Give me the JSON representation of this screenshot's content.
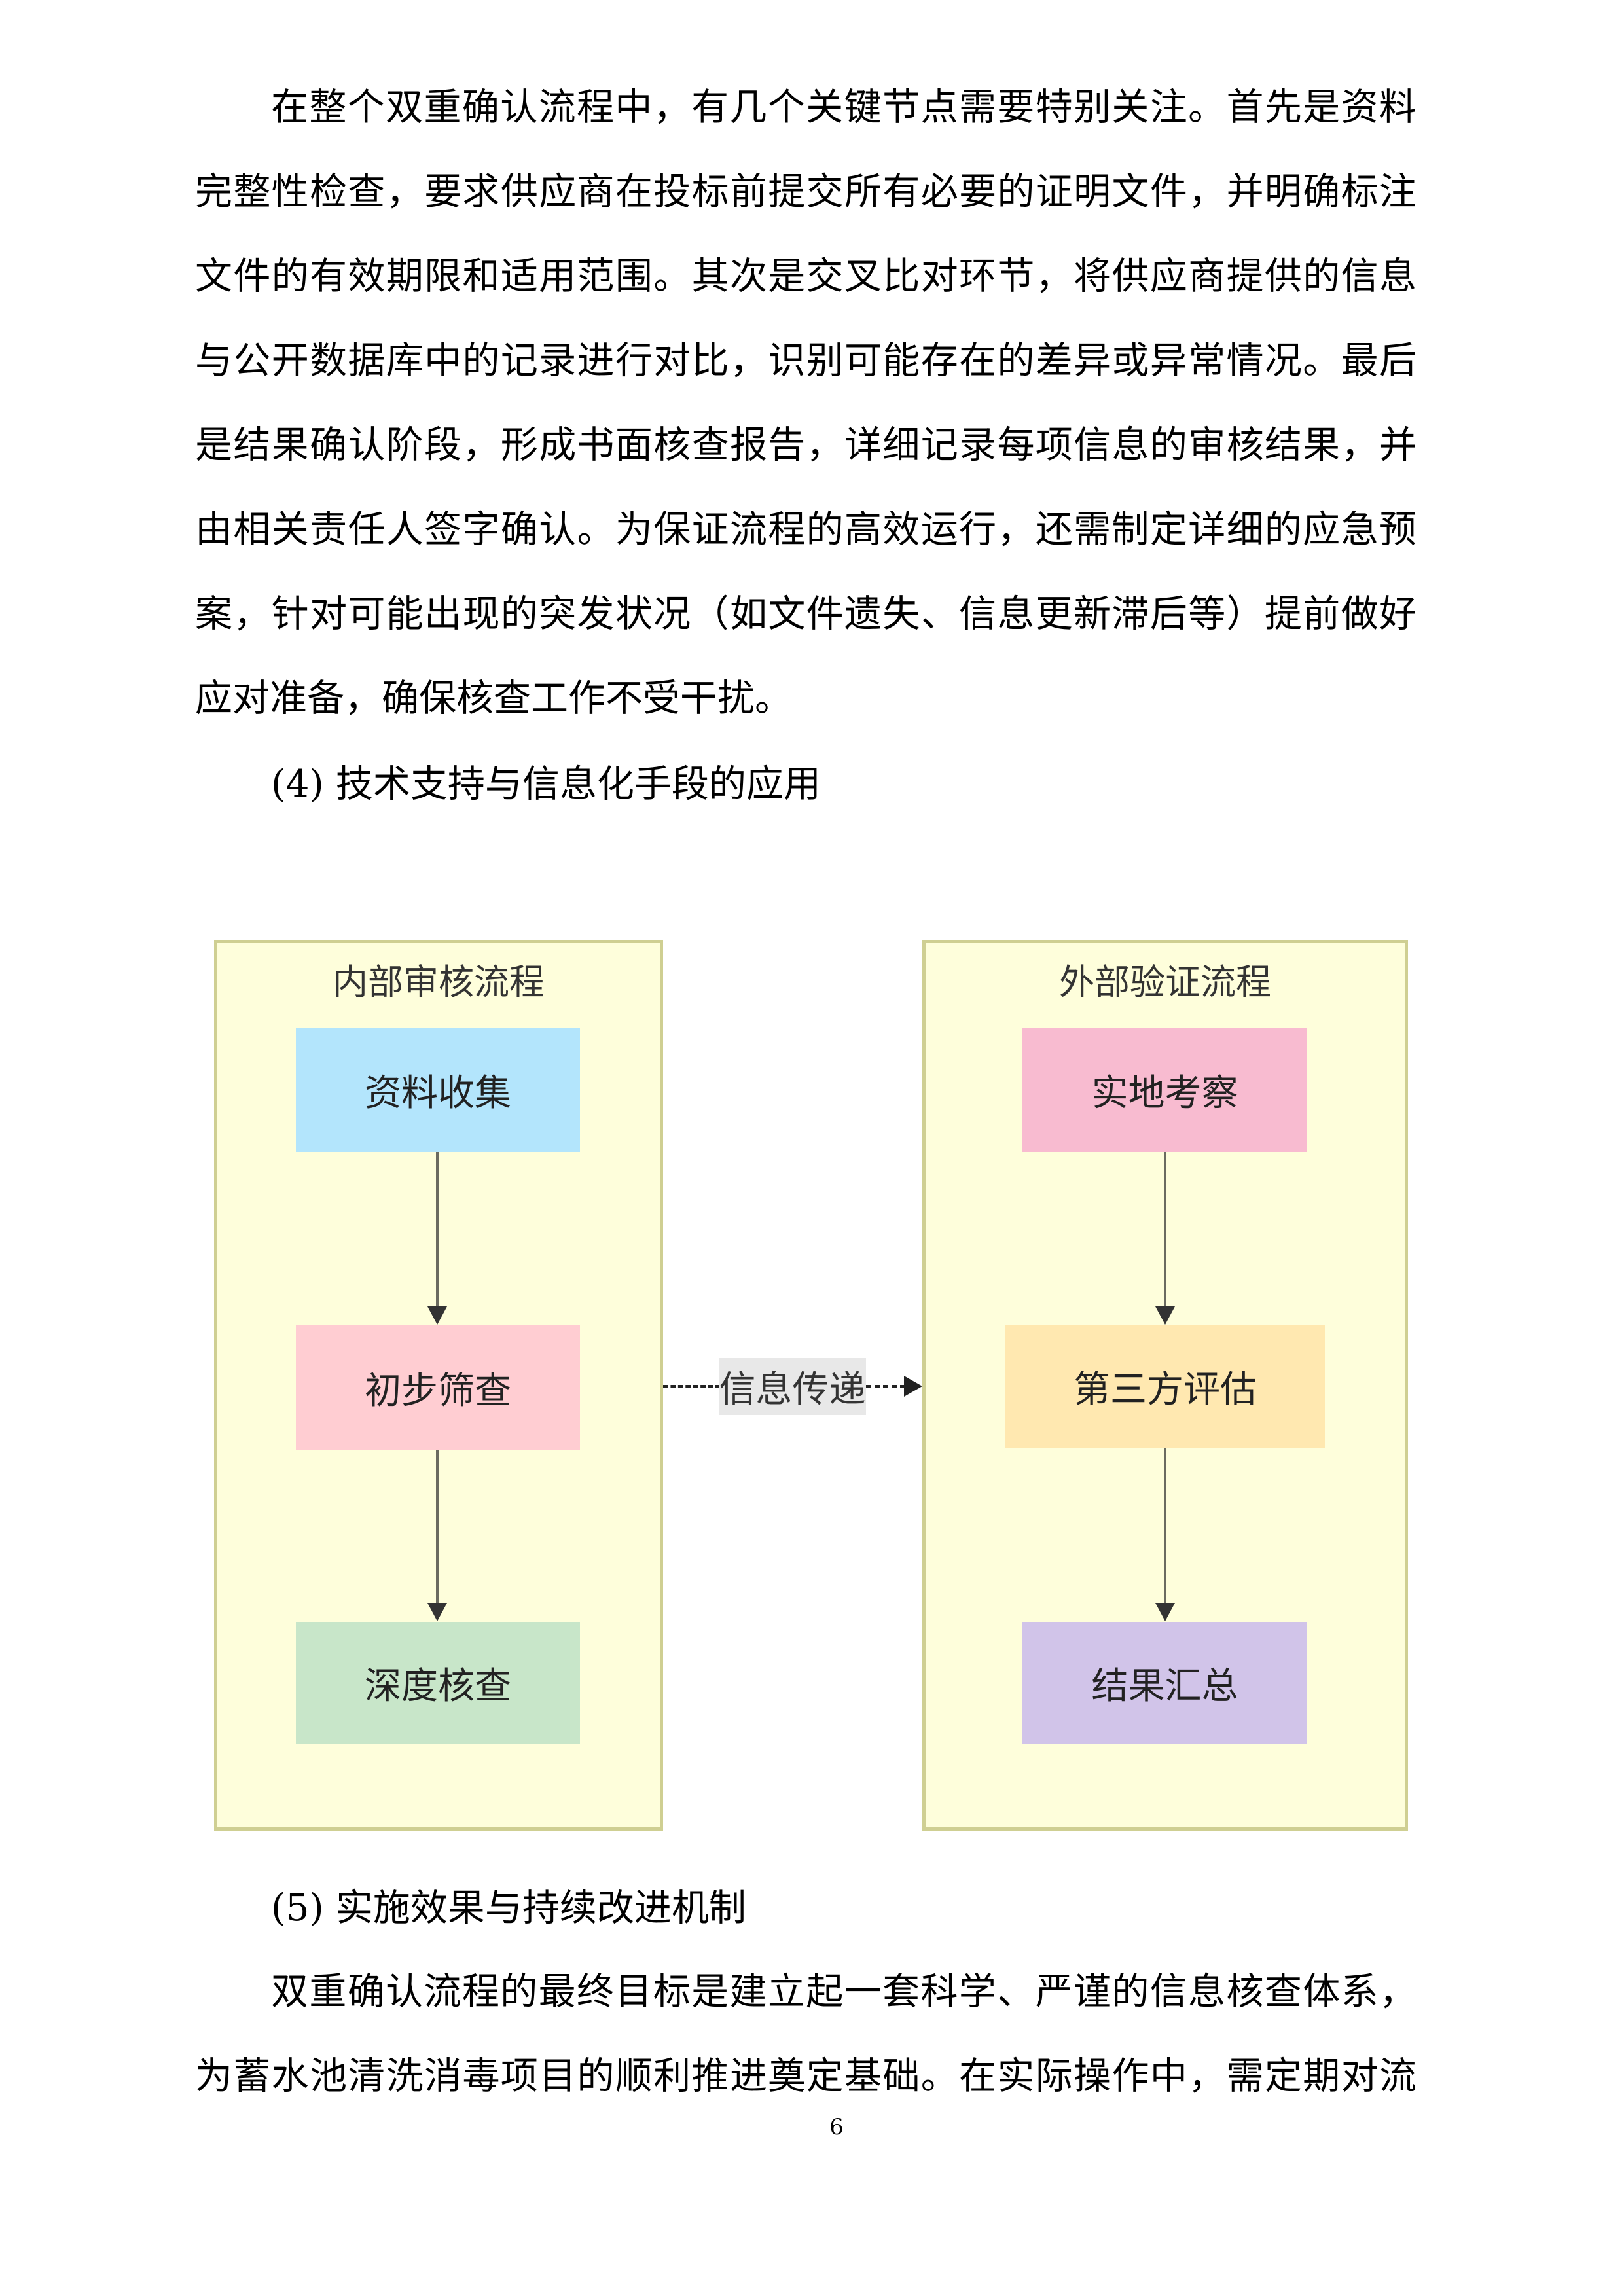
{
  "paragraph1": {
    "lines": [
      "在整个双重确认流程中，有几个关键节点需要特别关注。首先是资料",
      "完整性检查，要求供应商在投标前提交所有必要的证明文件，并明确标注",
      "文件的有效期限和适用范围。其次是交叉比对环节，将供应商提供的信息",
      "与公开数据库中的记录进行对比，识别可能存在的差异或异常情况。最后",
      "是结果确认阶段，形成书面核查报告，详细记录每项信息的审核结果，并",
      "由相关责任人签字确认。为保证流程的高效运行，还需制定详细的应急预",
      "案，针对可能出现的突发状况（如文件遗失、信息更新滞后等）提前做好",
      "应对准备，确保核查工作不受干扰。"
    ]
  },
  "heading4": "(4) 技术支持与信息化手段的应用",
  "diagram": {
    "left_lane": {
      "title": "内部审核流程",
      "nodes": [
        {
          "label": "资料收集",
          "color": "#b3e5fc"
        },
        {
          "label": "初步筛查",
          "color": "#ffcdd2"
        },
        {
          "label": "深度核查",
          "color": "#c8e6c9"
        }
      ]
    },
    "right_lane": {
      "title": "外部验证流程",
      "nodes": [
        {
          "label": "实地考察",
          "color": "#f8bbd0"
        },
        {
          "label": "第三方评估",
          "color": "#ffe8b0"
        },
        {
          "label": "结果汇总",
          "color": "#d1c4e9"
        }
      ]
    },
    "connector_label": "信息传递",
    "lane_fill": "#fefedb",
    "lane_border": "#cfcf92"
  },
  "heading5": "(5) 实施效果与持续改进机制",
  "paragraph2": {
    "lines": [
      "双重确认流程的最终目标是建立起一套科学、严谨的信息核查体系，",
      "为蓄水池清洗消毒项目的顺利推进奠定基础。在实际操作中，需定期对流"
    ]
  },
  "page_number": "6"
}
